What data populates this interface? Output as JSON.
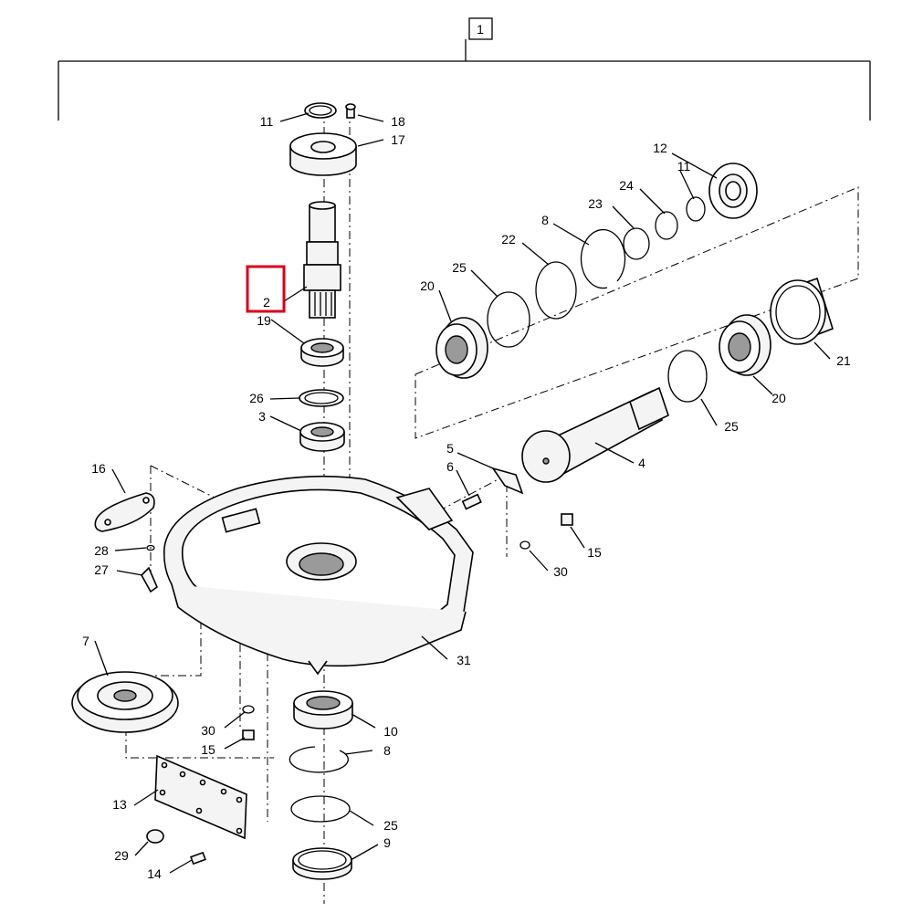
{
  "diagram": {
    "assembly_number": "1",
    "highlighted_callout": "2",
    "callouts": {
      "c11a": "11",
      "c18": "18",
      "c17": "17",
      "c2": "2",
      "c19": "19",
      "c26": "26",
      "c3": "3",
      "c12": "12",
      "c11b": "11",
      "c24": "24",
      "c23": "23",
      "c8a": "8",
      "c22": "22",
      "c25a": "25",
      "c20a": "20",
      "c21": "21",
      "c20b": "20",
      "c25b": "25",
      "c4": "4",
      "c5": "5",
      "c6": "6",
      "c15a": "15",
      "c30a": "30",
      "c16": "16",
      "c28": "28",
      "c27": "27",
      "c31": "31",
      "c7": "7",
      "c30b": "30",
      "c15b": "15",
      "c10": "10",
      "c8b": "8",
      "c13": "13",
      "c25c": "25",
      "c29": "29",
      "c9": "9",
      "c14": "14"
    },
    "colors": {
      "ink": "#000000",
      "highlight": "#d9001b",
      "fill": "#f4f4f4",
      "background": "#ffffff"
    }
  }
}
